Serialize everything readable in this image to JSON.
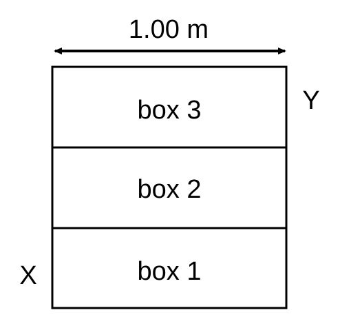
{
  "dimension": {
    "label": "1.00 m"
  },
  "points": {
    "x_label": "X",
    "y_label": "Y"
  },
  "boxes": [
    {
      "label": "box 3"
    },
    {
      "label": "box 2"
    },
    {
      "label": "box 1"
    }
  ]
}
